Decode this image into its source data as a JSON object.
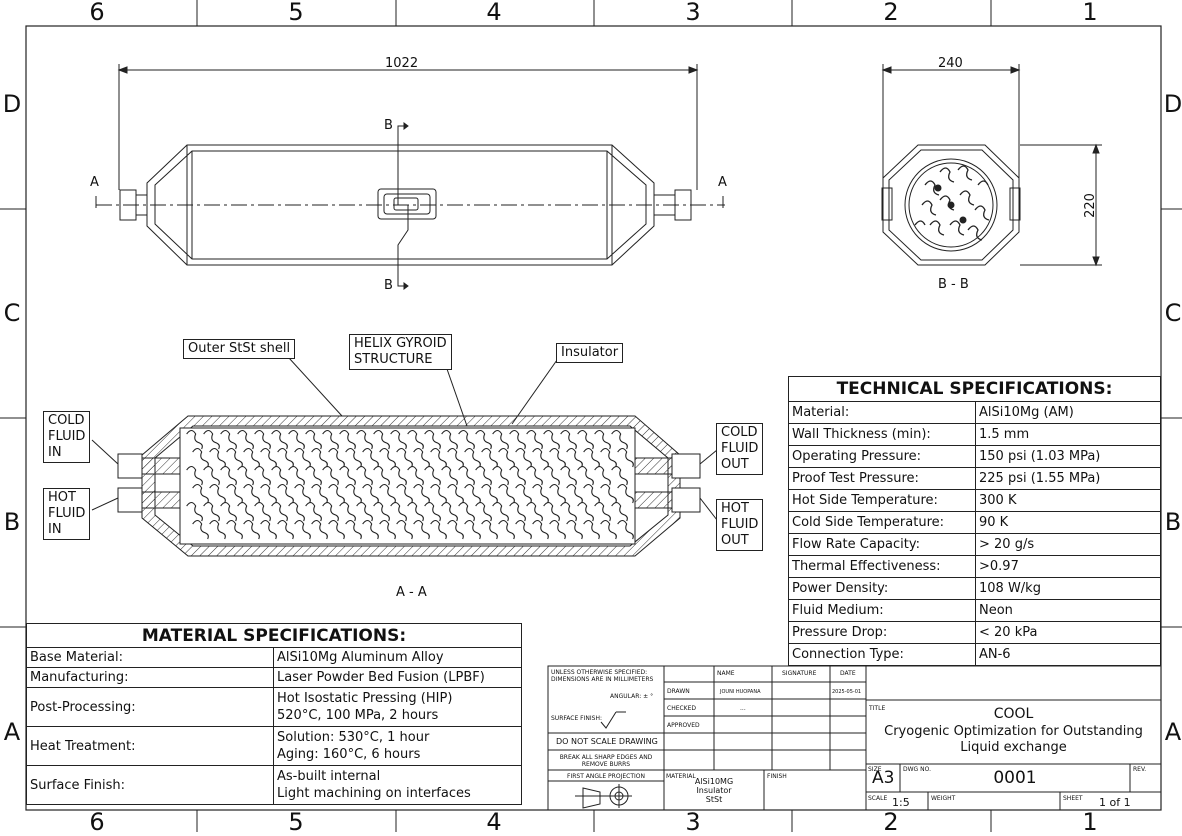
{
  "zones": {
    "columns": [
      "6",
      "5",
      "4",
      "3",
      "2",
      "1"
    ],
    "rows": [
      "D",
      "C",
      "B",
      "A"
    ]
  },
  "top_view": {
    "length_dim": "1022",
    "section_a_left": "A",
    "section_a_right": "A",
    "section_b_top": "B",
    "section_b_bottom": "B"
  },
  "side_view": {
    "width_dim": "240",
    "height_dim": "220",
    "label": "B - B"
  },
  "section_view": {
    "label": "A - A",
    "callouts": {
      "outer_shell": "Outer StSt shell",
      "gyroid": "HELIX GYROID\nSTRUCTURE",
      "insulator": "Insulator",
      "cold_in": "COLD\nFLUID\nIN",
      "hot_in": "HOT\nFLUID\nIN",
      "cold_out": "COLD\nFLUID\nOUT",
      "hot_out": "HOT\nFLUID\nOUT"
    }
  },
  "technical_specifications": {
    "title": "TECHNICAL SPECIFICATIONS:",
    "rows": [
      {
        "label": "Material:",
        "value": "AlSi10Mg (AM)"
      },
      {
        "label": "Wall Thickness (min):",
        "value": "1.5 mm"
      },
      {
        "label": "Operating Pressure:",
        "value": "150 psi (1.03 MPa)"
      },
      {
        "label": "Proof Test Pressure:",
        "value": "225 psi (1.55 MPa)"
      },
      {
        "label": "Hot Side Temperature:",
        "value": "300 K"
      },
      {
        "label": "Cold Side Temperature:",
        "value": "90 K"
      },
      {
        "label": "Flow Rate Capacity:",
        "value": "> 20 g/s"
      },
      {
        "label": "Thermal Effectiveness:",
        "value": ">0.97"
      },
      {
        "label": "Power Density:",
        "value": "108 W/kg"
      },
      {
        "label": "Fluid Medium:",
        "value": "Neon"
      },
      {
        "label": "Pressure Drop:",
        "value": "< 20 kPa"
      },
      {
        "label": "Connection Type:",
        "value": "AN-6"
      }
    ]
  },
  "material_specifications": {
    "title": "MATERIAL SPECIFICATIONS:",
    "rows": [
      {
        "label": "Base Material:",
        "value": "AlSi10Mg Aluminum Alloy"
      },
      {
        "label": "Manufacturing:",
        "value": "Laser Powder Bed Fusion (LPBF)"
      },
      {
        "label": "Post-Processing:",
        "value": "Hot Isostatic Pressing (HIP)\n520°C, 100 MPa, 2 hours"
      },
      {
        "label": "Heat Treatment:",
        "value": "Solution: 530°C, 1 hour\nAging: 160°C, 6 hours"
      },
      {
        "label": "Surface Finish:",
        "value": "As-built internal\nLight machining on interfaces"
      }
    ]
  },
  "title_block": {
    "unless_note": "UNLESS OTHERWISE SPECIFIED:\nDIMENSIONS ARE IN MILLIMETERS",
    "angular": "ANGULAR: ± °",
    "surface_finish": "SURFACE FINISH:",
    "do_not_scale": "DO NOT SCALE DRAWING",
    "break_edges": "BREAK ALL SHARP EDGES AND\nREMOVE BURRS",
    "projection": "FIRST ANGLE PROJECTION",
    "col_name": "NAME",
    "col_signature": "SIGNATURE",
    "col_date": "DATE",
    "drawn_label": "DRAWN",
    "drawn_name": "JOUNI HUOPANA",
    "drawn_date": "2025-05-01",
    "checked_label": "CHECKED",
    "checked_name": "...",
    "approved_label": "APPROVED",
    "material_label": "MATERIAL",
    "material_value": "AlSi10MG\nInsulator\nStSt",
    "finish_label": "FINISH",
    "title_label": "TITLE",
    "title_main": "COOL",
    "title_sub": "Cryogenic Optimization for Outstanding\nLiquid exchange",
    "size_label": "SIZE",
    "size_value": "A3",
    "dwg_label": "DWG NO.",
    "dwg_value": "0001",
    "rev_label": "REV.",
    "scale_label": "SCALE",
    "scale_value": "1:5",
    "weight_label": "WEIGHT",
    "sheet_label": "SHEET",
    "sheet_value": "1 of 1"
  }
}
